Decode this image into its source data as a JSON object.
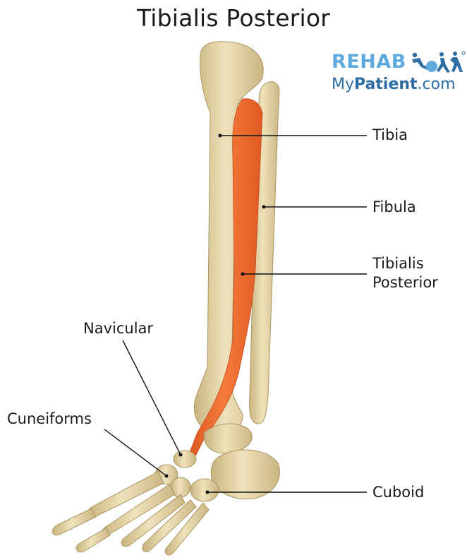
{
  "title": "Tibialis Posterior",
  "logo": {
    "rehab": "REHAB",
    "my": "My",
    "patient": "Patient",
    "dotcom": ".com",
    "brand_color": "#5ea9dd",
    "text_color": "#2e6da4"
  },
  "labels": {
    "tibia": "Tibia",
    "fibula": "Fibula",
    "tibialis_posterior": "Tibialis\nPosterior",
    "navicular": "Navicular",
    "cuneiforms": "Cuneiforms",
    "cuboid": "Cuboid"
  },
  "colors": {
    "bone": "#e6d5a8",
    "bone_shade": "#c9b47e",
    "muscle": "#ee6a2c",
    "leader": "#111111"
  }
}
